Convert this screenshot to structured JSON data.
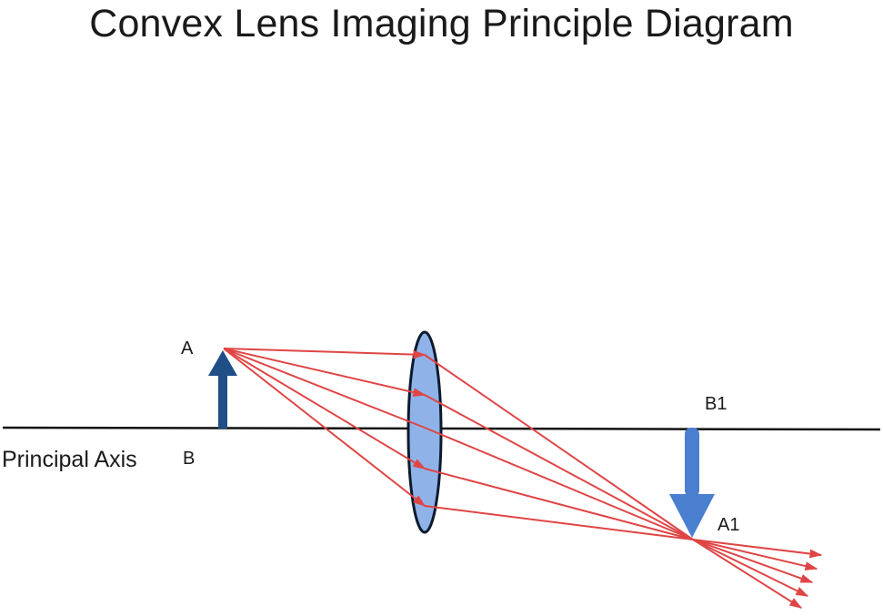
{
  "title": "Convex Lens Imaging Principle Diagram",
  "labels": {
    "axis": "Principal Axis",
    "object_top": "A",
    "object_base": "B",
    "image_base": "B1",
    "image_tip": "A1"
  },
  "colors": {
    "ray": "#e04545",
    "object_arrow": "#1f4f86",
    "image_arrow": "#4a7fd0",
    "lens_fill": "#8fb3e8",
    "lens_stroke": "#0d1a2e",
    "axis": "#111111"
  },
  "icons": {
    "object": "up-arrow-icon",
    "image": "down-arrow-icon"
  }
}
